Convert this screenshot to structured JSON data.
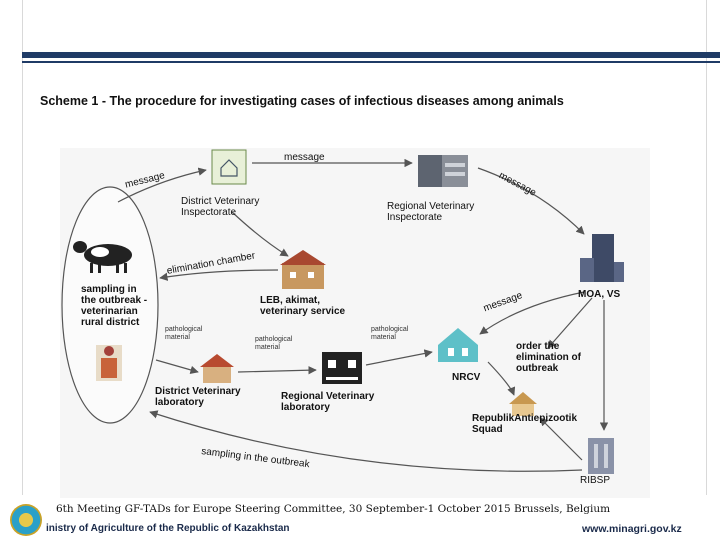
{
  "title": "Scheme 1 - The procedure for investigating cases of infectious diseases among animals",
  "nodes": {
    "district_inspectorate": "District Veterinary\nInspectorate",
    "regional_inspectorate": "Regional Veterinary\nInspectorate",
    "sampling": "sampling in\nthe outbreak -\nveterinarian\nrural district",
    "leb": "LEB, akimat,\nveterinary service",
    "moa": "MOA, VS",
    "district_lab": "District Veterinary\nlaboratory",
    "regional_lab": "Regional Veterinary\nlaboratory",
    "nrcv": "NRCV",
    "order": "order the\nelimination of\noutbreak",
    "squad": "RepublikAntiepizootik\nSquad",
    "ribsp": "RIBSP"
  },
  "edge_labels": {
    "message_top": "message",
    "message_left": "message",
    "message_right": "message",
    "message_nrcv": "message",
    "elimination_chamber": "elimination chamber",
    "pathological_1": "pathological\nmaterial",
    "pathological_2": "pathological\nmaterial",
    "pathological_3": "pathological\nmaterial",
    "sampling_outbreak": "sampling in the outbreak"
  },
  "footer": {
    "meeting": "6th Meeting GF-TADs for Europe Steering Committee, 30 September-1 October 2015 Brussels, Belgium",
    "ministry": "inistry of Agriculture of the Republic of Kazakhstan",
    "url": "www.minagri.gov.kz"
  },
  "colors": {
    "bar": "#1f3b66",
    "arrow": "#555555"
  }
}
